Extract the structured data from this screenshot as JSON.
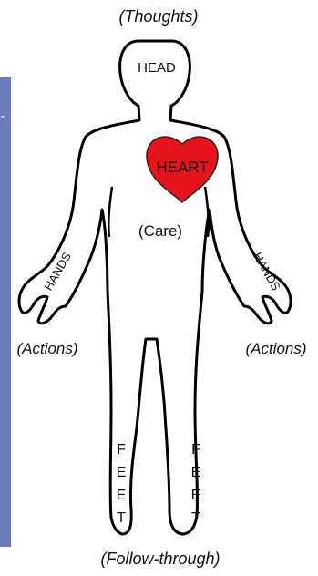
{
  "head": {
    "label": "HEAD",
    "caption": "(Thoughts)"
  },
  "heart": {
    "label": "HEART",
    "caption": "(Care)",
    "color": "#e8141b"
  },
  "hands": {
    "left_label": "HANDS",
    "right_label": "HANDS",
    "left_caption": "(Actions)",
    "right_caption": "(Actions)"
  },
  "feet": {
    "left_letters": [
      "F",
      "E",
      "E",
      "T"
    ],
    "right_letters": [
      "F",
      "E",
      "E",
      "T"
    ],
    "caption": "(Follow-through)"
  },
  "colors": {
    "side_bar": "#6c7cba",
    "outline": "#000000"
  }
}
